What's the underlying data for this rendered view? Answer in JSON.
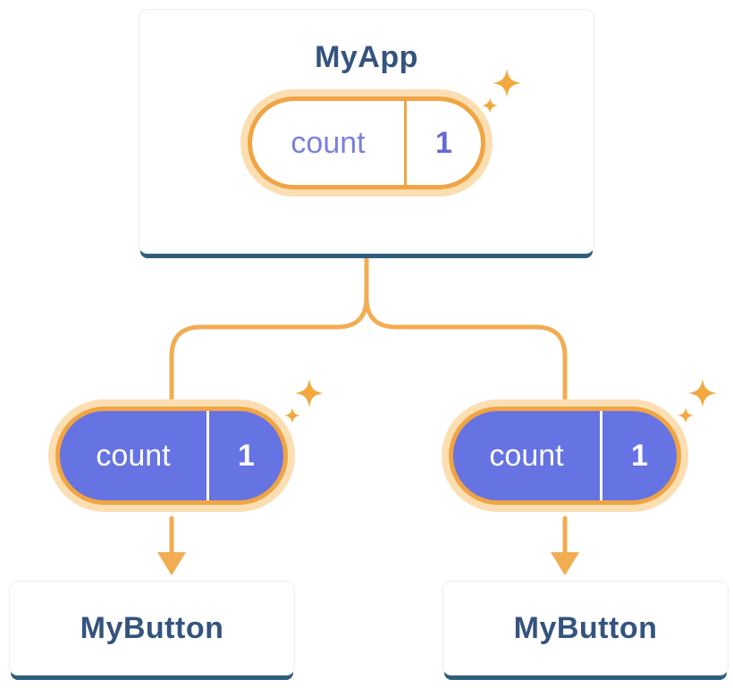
{
  "diagram": {
    "root_card": {
      "title": "MyApp",
      "state": {
        "name": "count",
        "value": "1"
      }
    },
    "children": [
      {
        "title": "MyButton",
        "state": {
          "name": "count",
          "value": "1"
        }
      },
      {
        "title": "MyButton",
        "state": {
          "name": "count",
          "value": "1"
        }
      }
    ],
    "colors": {
      "accent_orange": "#F0A443",
      "ring_orange": "#FBDFB2",
      "pill_purple": "#6673E2",
      "state_text_purple": "#6F76DE",
      "heading_navy": "#35537E",
      "card_shadow_blue": "#2F5E7D"
    }
  }
}
